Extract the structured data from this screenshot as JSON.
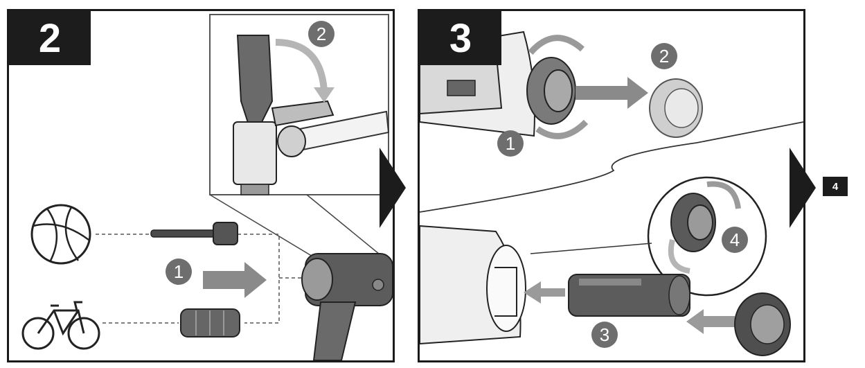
{
  "steps": {
    "step2": {
      "number": "2",
      "callouts": [
        "1",
        "2"
      ]
    },
    "step3": {
      "number": "3",
      "callouts": [
        "1",
        "2",
        "3",
        "4"
      ]
    }
  },
  "next_step_label": "4",
  "icons": [
    "basketball-icon",
    "bicycle-icon",
    "needle-adapter-icon",
    "presta-adapter-icon",
    "pump-head-icon"
  ],
  "colors": {
    "dark": "#1c1c1c",
    "callout": "#6e6e6e",
    "arrow_gray": "#8a8a8a"
  }
}
